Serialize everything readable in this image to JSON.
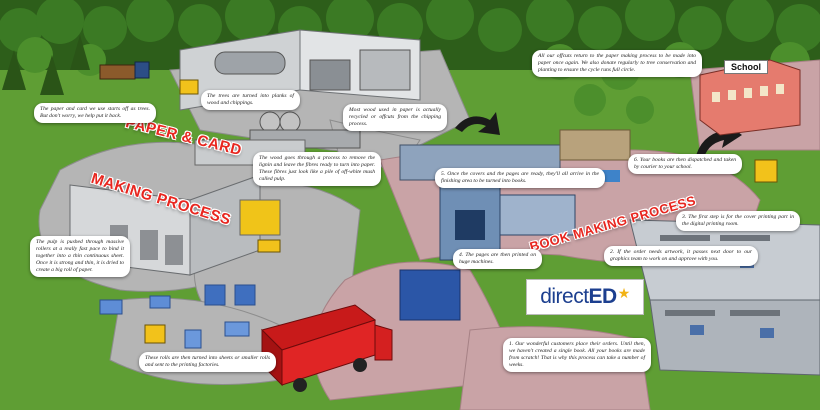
{
  "banners": {
    "paper_card": "PAPER & CARD",
    "making_process": "MAKING PROCESS",
    "book_making": "BOOK MAKING PROCESS"
  },
  "school_sign": "School",
  "logo": {
    "part1": "direct",
    "part2": "ED",
    "star": "★"
  },
  "notes": {
    "trees": "The paper and card we use starts off as trees. But don't worry, we help put it back.",
    "planks": "The trees are turned into planks of wood and chippings.",
    "recycled": "Most wood used in paper is actually recycled or offcuts from the chipping process.",
    "pulp": "The wood goes through a process to remove the lignin and leave the fibres ready to turn into paper. These fibres just look like a pile of off-white mush called pulp.",
    "offcuts": "All our offcuts return to the paper making process to be made into paper once again. We also donate regularly to tree conservation and planting to ensure the cycle runs full circle.",
    "finishing": "5. Once the covers and the pages are ready, they'll all arrive in the finishing area to be turned into books.",
    "dispatched": "6. Your books are then dispatched and taken by courier to your school.",
    "rollers": "The pulp is pushed through massive rollers at a really fast pace to bind it together into a thin continuous sheet. Once it is strong and thin, it is dried to create a big roll of paper.",
    "printed": "4. The pages are then printed on huge machines.",
    "cover": "3. The first step is for the cover printing part in the digital printing room.",
    "artwork": "2. If the order needs artwork, it passes next door to our graphics team to work on and approve with you.",
    "sheets": "These rolls are then turned into sheets or smaller rolls and sent to the printing factories.",
    "order": "1. Our wonderful customers place their orders. Until then, we haven't created a single book. All your books are made from scratch! That is why this process can take a number of weeks."
  }
}
